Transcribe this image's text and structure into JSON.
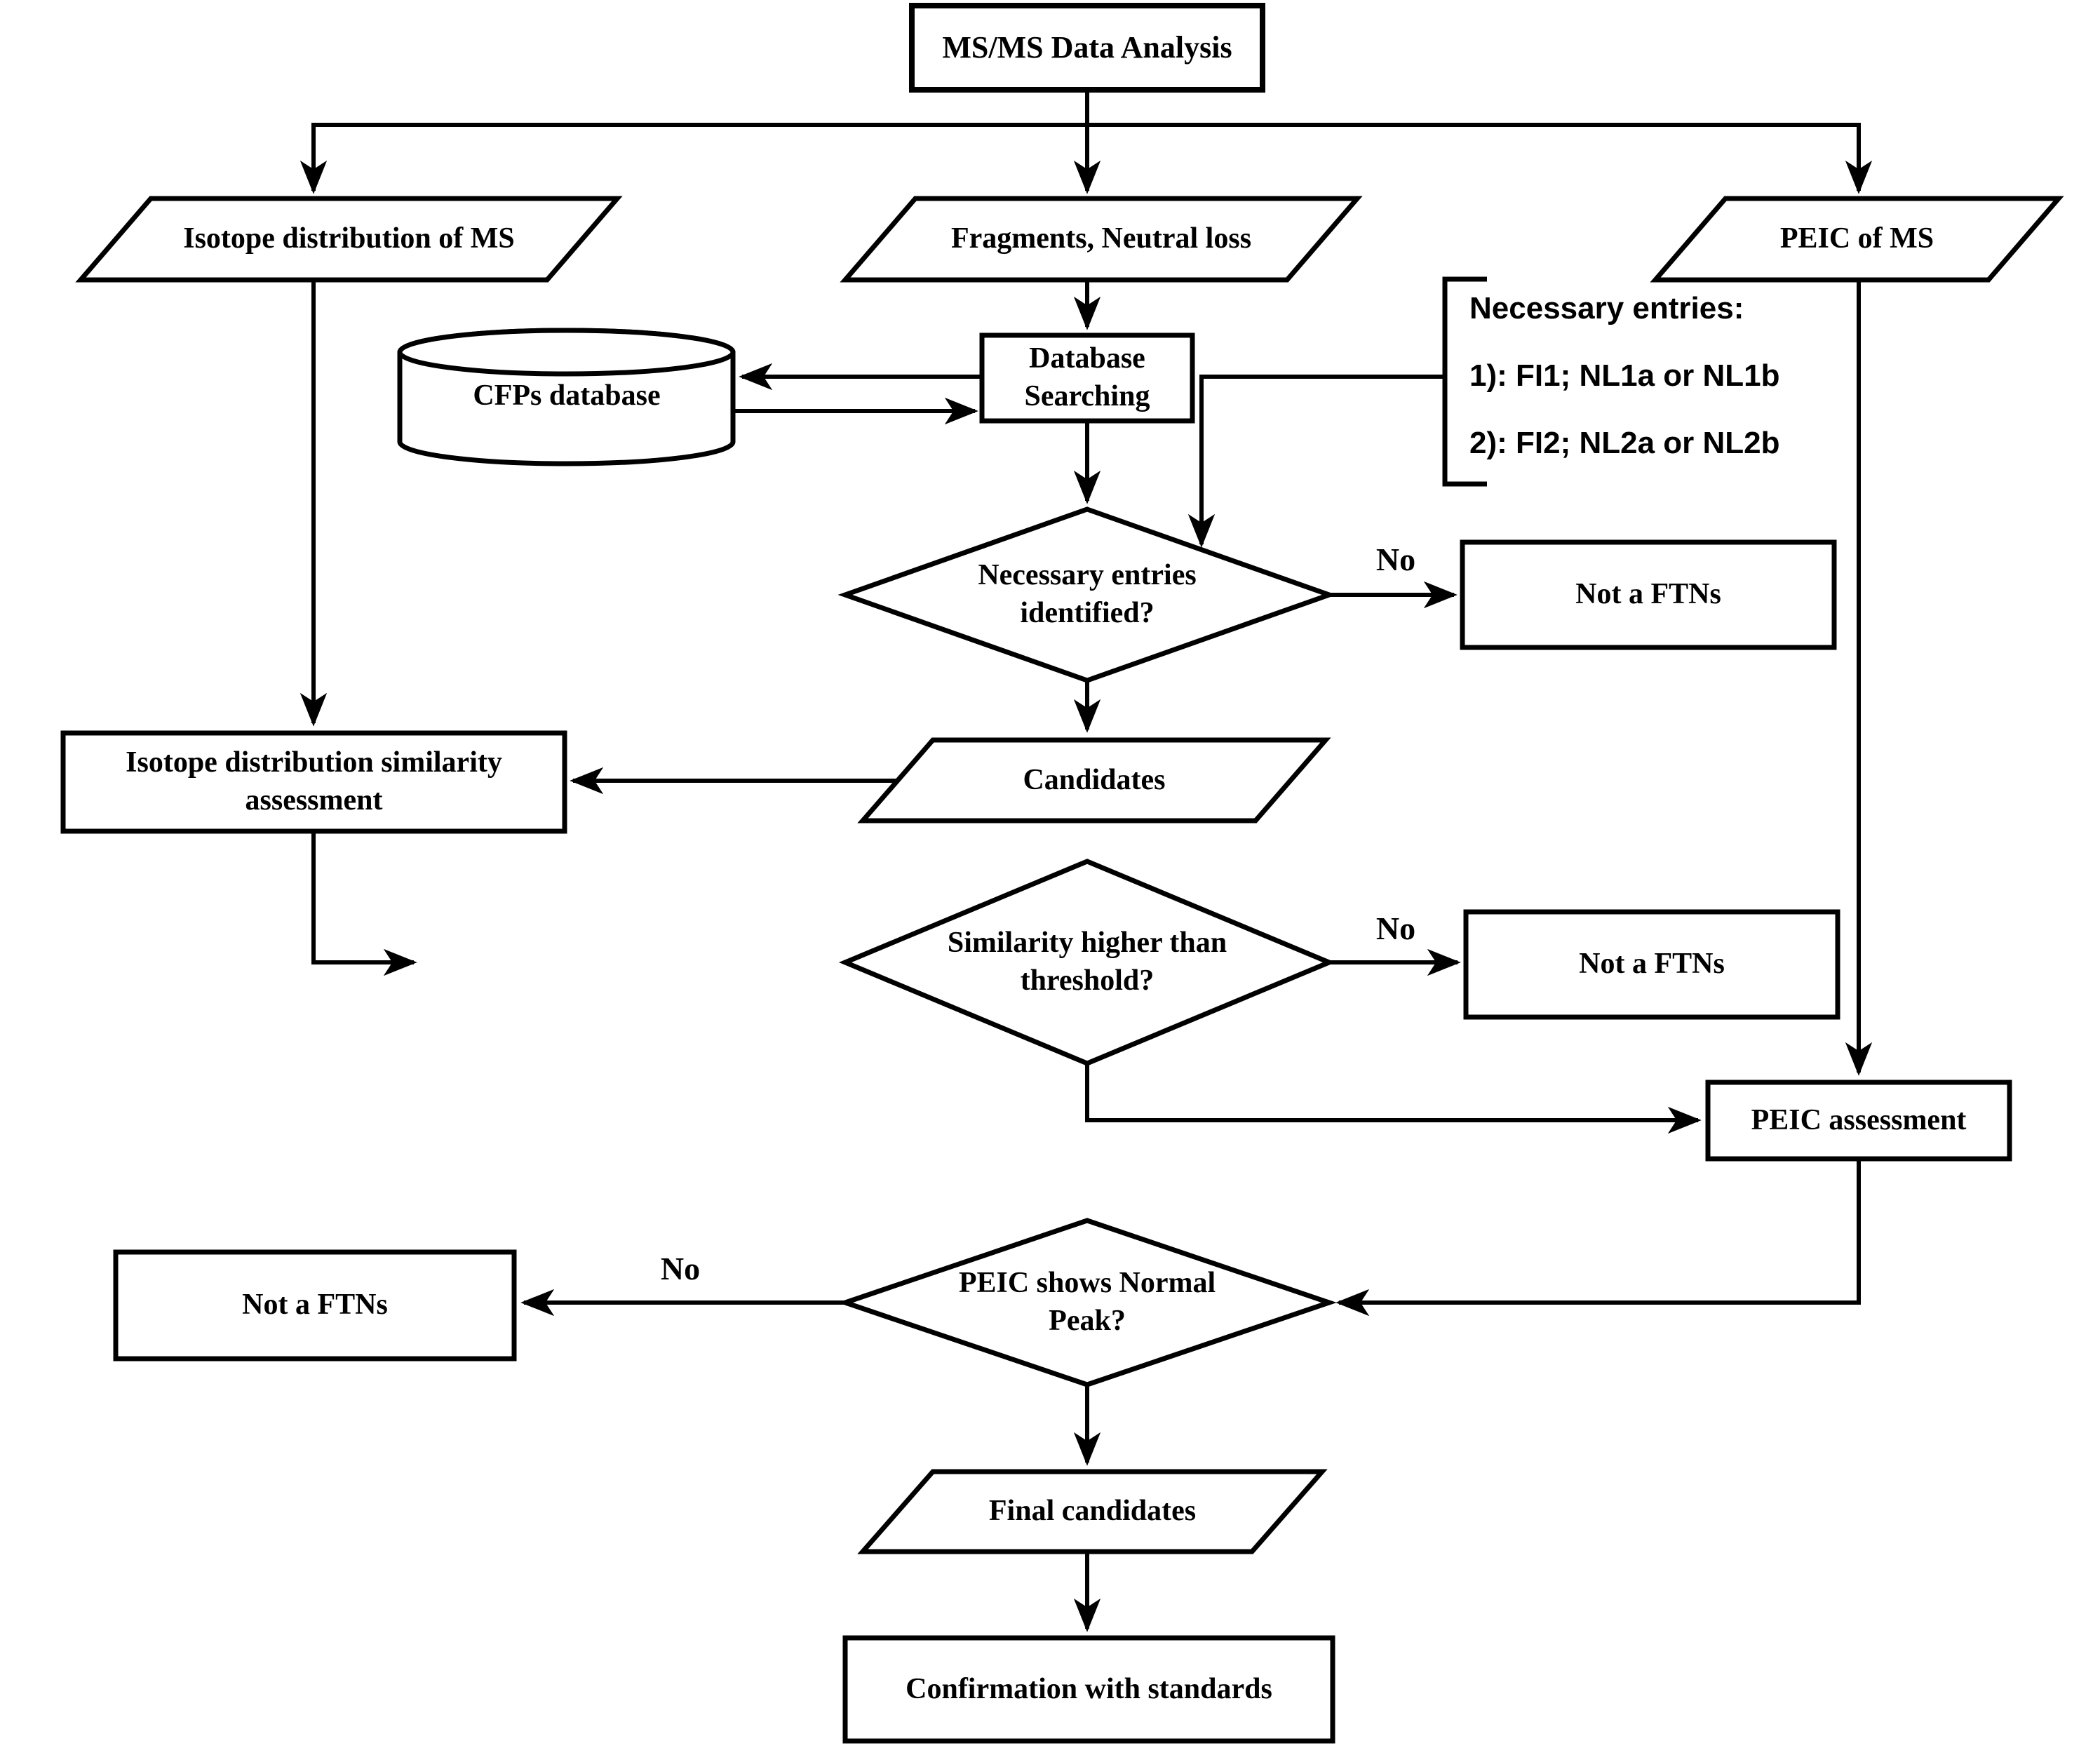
{
  "diagram": {
    "colors": {
      "stroke": "#000000",
      "background": "#ffffff",
      "text": "#000000"
    },
    "nodes": {
      "msms": {
        "label": "MS/MS Data Analysis",
        "type": "process"
      },
      "isotope_dist": {
        "label": "Isotope distribution of MS",
        "type": "data"
      },
      "fragments": {
        "label": "Fragments, Neutral loss",
        "type": "data"
      },
      "peic_ms": {
        "label": "PEIC of MS",
        "type": "data"
      },
      "cfps_db": {
        "label": "CFPs database",
        "type": "database"
      },
      "db_search": {
        "line1": "Database",
        "line2": "Searching",
        "type": "process"
      },
      "entries_decision": {
        "line1": "Necessary entries",
        "line2": "identified?",
        "type": "decision"
      },
      "not_ftns_1": {
        "label": "Not a FTNs",
        "type": "terminator"
      },
      "candidates": {
        "label": "Candidates",
        "type": "data"
      },
      "isotope_assess": {
        "line1": "Isotope distribution similarity",
        "line2": "assessment",
        "type": "process"
      },
      "similarity_decision": {
        "line1": "Similarity higher than",
        "line2": "threshold?",
        "type": "decision"
      },
      "not_ftns_2": {
        "label": "Not a FTNs",
        "type": "terminator"
      },
      "peic_assess": {
        "label": "PEIC assessment",
        "type": "process"
      },
      "peak_decision": {
        "line1": "PEIC shows Normal",
        "line2": "Peak?",
        "type": "decision"
      },
      "not_ftns_3": {
        "label": "Not a FTNs",
        "type": "terminator"
      },
      "final_candidates": {
        "label": "Final candidates",
        "type": "data"
      },
      "confirmation": {
        "label": "Confirmation with standards",
        "type": "process"
      }
    },
    "note": {
      "title": "Necessary entries:",
      "entry1": "1): FI1; NL1a or NL1b",
      "entry2": "2): FI2; NL2a or NL2b"
    },
    "edge_labels": {
      "no1": "No",
      "no2": "No",
      "no3": "No"
    }
  }
}
